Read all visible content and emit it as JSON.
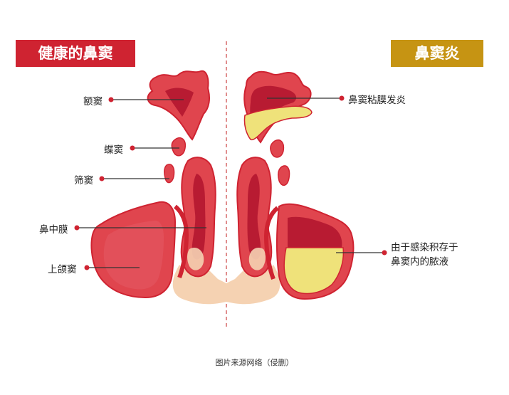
{
  "banners": {
    "healthy": "健康的鼻窦",
    "sinusitis": "鼻窦炎"
  },
  "labels": {
    "frontal_sinus": "额窦",
    "sphenoid_sinus": "蝶窦",
    "ethmoid_sinus": "筛窦",
    "middle_turbinate": "鼻中膜",
    "maxillary_sinus": "上颌窦",
    "mucosal_inflammation": "鼻窦粘膜发炎",
    "pus_line1": "由于感染积存于",
    "pus_line2": "鼻窦内的脓液"
  },
  "caption": "图片来源网络（侵删）",
  "colors": {
    "tissue_red": "#e0454e",
    "outline_red": "#cf2331",
    "cavity_dark": "#b81b32",
    "pus_yellow": "#efe27a",
    "skin": "#f5d2b2",
    "banner_red": "#cf2331",
    "banner_gold": "#c69413",
    "divider": "#d05050"
  }
}
